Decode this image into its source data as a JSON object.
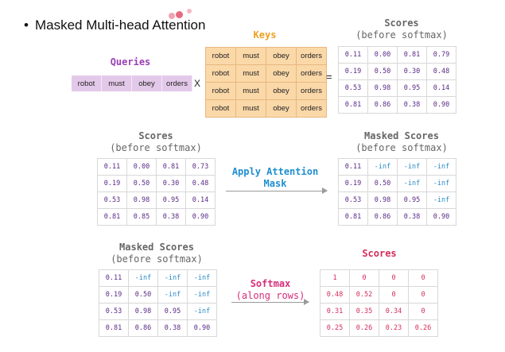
{
  "title": {
    "bullet": "•",
    "text": "Masked Multi-head Attention"
  },
  "keys": {
    "label": "Keys",
    "rows": [
      [
        "robot",
        "must",
        "obey",
        "orders"
      ],
      [
        "robot",
        "must",
        "obey",
        "orders"
      ],
      [
        "robot",
        "must",
        "obey",
        "orders"
      ],
      [
        "robot",
        "must",
        "obey",
        "orders"
      ]
    ]
  },
  "queries": {
    "label": "Queries",
    "row": [
      "robot",
      "must",
      "obey",
      "orders"
    ]
  },
  "operators": {
    "times": "X",
    "equals": "="
  },
  "scores1": {
    "title": "Scores",
    "subtitle": "(before softmax)",
    "rows": [
      [
        "0.11",
        "0.00",
        "0.81",
        "0.79"
      ],
      [
        "0.19",
        "0.50",
        "0.30",
        "0.48"
      ],
      [
        "0.53",
        "0.98",
        "0.95",
        "0.14"
      ],
      [
        "0.81",
        "0.86",
        "0.38",
        "0.90"
      ]
    ]
  },
  "scores2": {
    "title": "Scores",
    "subtitle": "(before softmax)",
    "rows": [
      [
        "0.11",
        "0.00",
        "0.81",
        "0.73"
      ],
      [
        "0.19",
        "0.50",
        "0.30",
        "0.48"
      ],
      [
        "0.53",
        "0.98",
        "0.95",
        "0.14"
      ],
      [
        "0.81",
        "0.85",
        "0.38",
        "0.90"
      ]
    ]
  },
  "step1": {
    "line1": "Apply Attention",
    "line2": "Mask"
  },
  "masked1": {
    "title": "Masked Scores",
    "subtitle": "(before softmax)",
    "rows": [
      [
        "0.11",
        "-inf",
        "-inf",
        "-inf"
      ],
      [
        "0.19",
        "0.50",
        "-inf",
        "-inf"
      ],
      [
        "0.53",
        "0.98",
        "0.95",
        "-inf"
      ],
      [
        "0.81",
        "0.86",
        "0.38",
        "0.90"
      ]
    ]
  },
  "masked2": {
    "title": "Masked Scores",
    "subtitle": "(before softmax)",
    "rows": [
      [
        "0.11",
        "-inf",
        "-inf",
        "-inf"
      ],
      [
        "0.19",
        "0.50",
        "-inf",
        "-inf"
      ],
      [
        "0.53",
        "0.98",
        "0.95",
        "-inf"
      ],
      [
        "0.81",
        "0.86",
        "0.38",
        "0.90"
      ]
    ]
  },
  "step2": {
    "line1": "Softmax",
    "line2": "(along rows)"
  },
  "final": {
    "title": "Scores",
    "rows": [
      [
        "1",
        "0",
        "0",
        "0"
      ],
      [
        "0.48",
        "0.52",
        "0",
        "0"
      ],
      [
        "0.31",
        "0.35",
        "0.34",
        "0"
      ],
      [
        "0.25",
        "0.26",
        "0.23",
        "0.26"
      ]
    ]
  },
  "colors": {
    "keys_label": "#f0a020",
    "queries_label": "#9b3fb5",
    "step_label": "#1f8fd0",
    "softmax_label": "#d62d7a",
    "final_title": "#d62d5a",
    "gray_title": "#666666",
    "cell_text": "#5b2a86",
    "inf_text": "#2b8ac4",
    "keys_fill": "#fbd8a8",
    "queries_fill": "#e3c9e9"
  }
}
